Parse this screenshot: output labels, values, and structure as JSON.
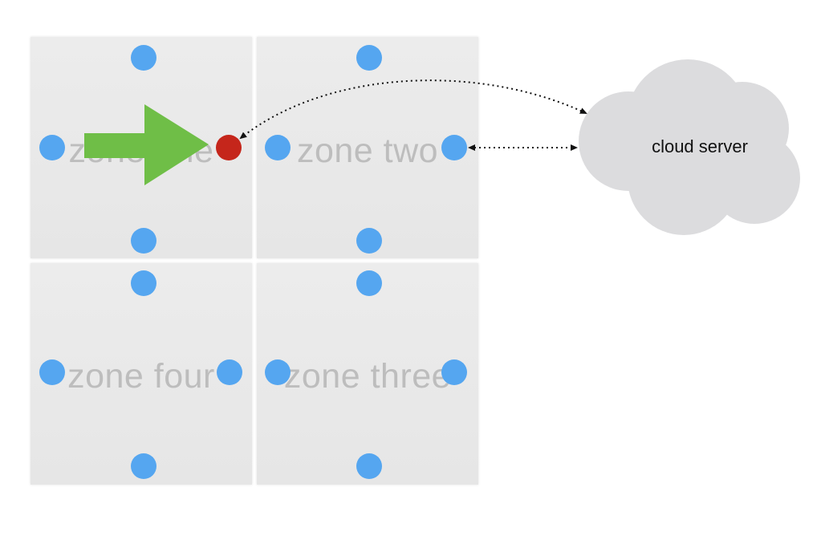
{
  "zones": [
    {
      "id": "zone-one",
      "label": "zone one"
    },
    {
      "id": "zone-two",
      "label": "zone two"
    },
    {
      "id": "zone-four",
      "label": "zone four"
    },
    {
      "id": "zone-three",
      "label": "zone three"
    }
  ],
  "cloud": {
    "label": "cloud server"
  },
  "colors": {
    "zone_fill": "#e9e9e9",
    "zone_label": "#bdbdbd",
    "node": "#55a6f0",
    "active_node": "#c5261b",
    "arrow": "#6fbe47",
    "cloud_fill": "#dcdcde",
    "link": "#111111"
  },
  "icons": {
    "arrow": "green-right-arrow-icon",
    "cloud": "cloud-icon"
  }
}
